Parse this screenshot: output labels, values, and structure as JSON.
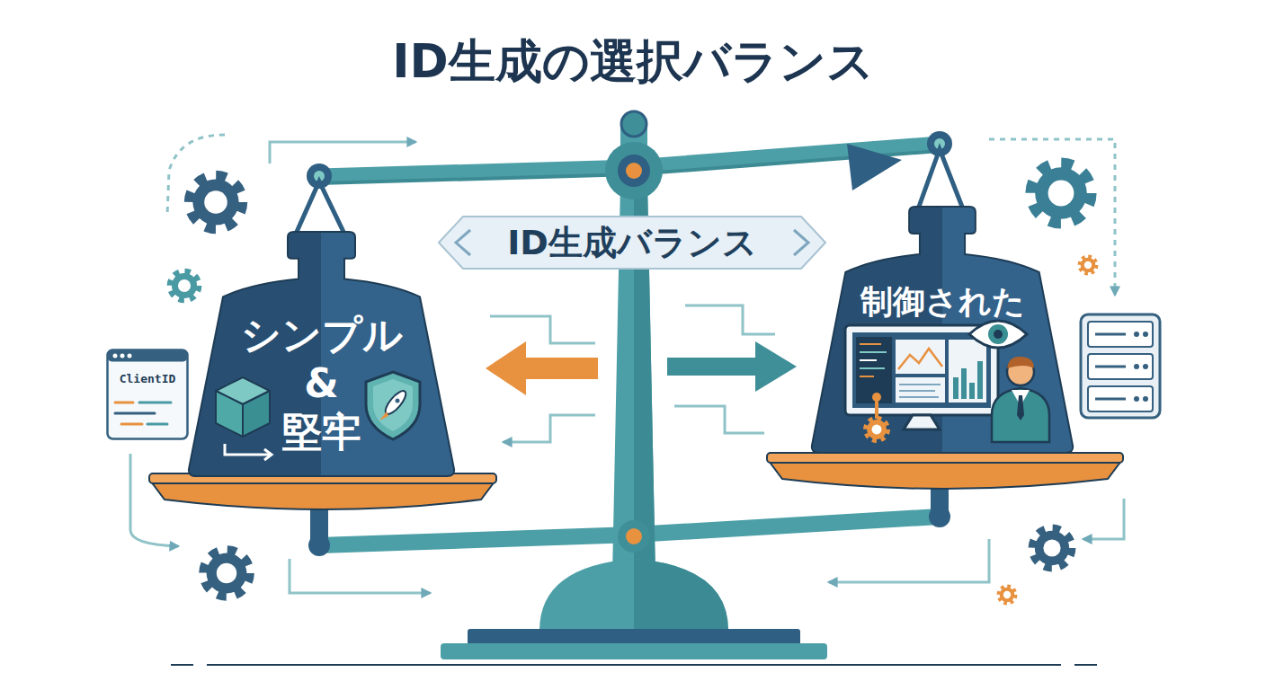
{
  "diagram": {
    "title": "ID生成の選択バランス",
    "nodes": [
      {
        "text": [
          "ID生成バランス"
        ]
      },
      {
        "text": [
          "シンプル & 堅牢"
        ]
      },
      {
        "text": [
          "制御された"
        ]
      },
      {
        "text": [
          "ClientID"
        ]
      }
    ]
  }
}
